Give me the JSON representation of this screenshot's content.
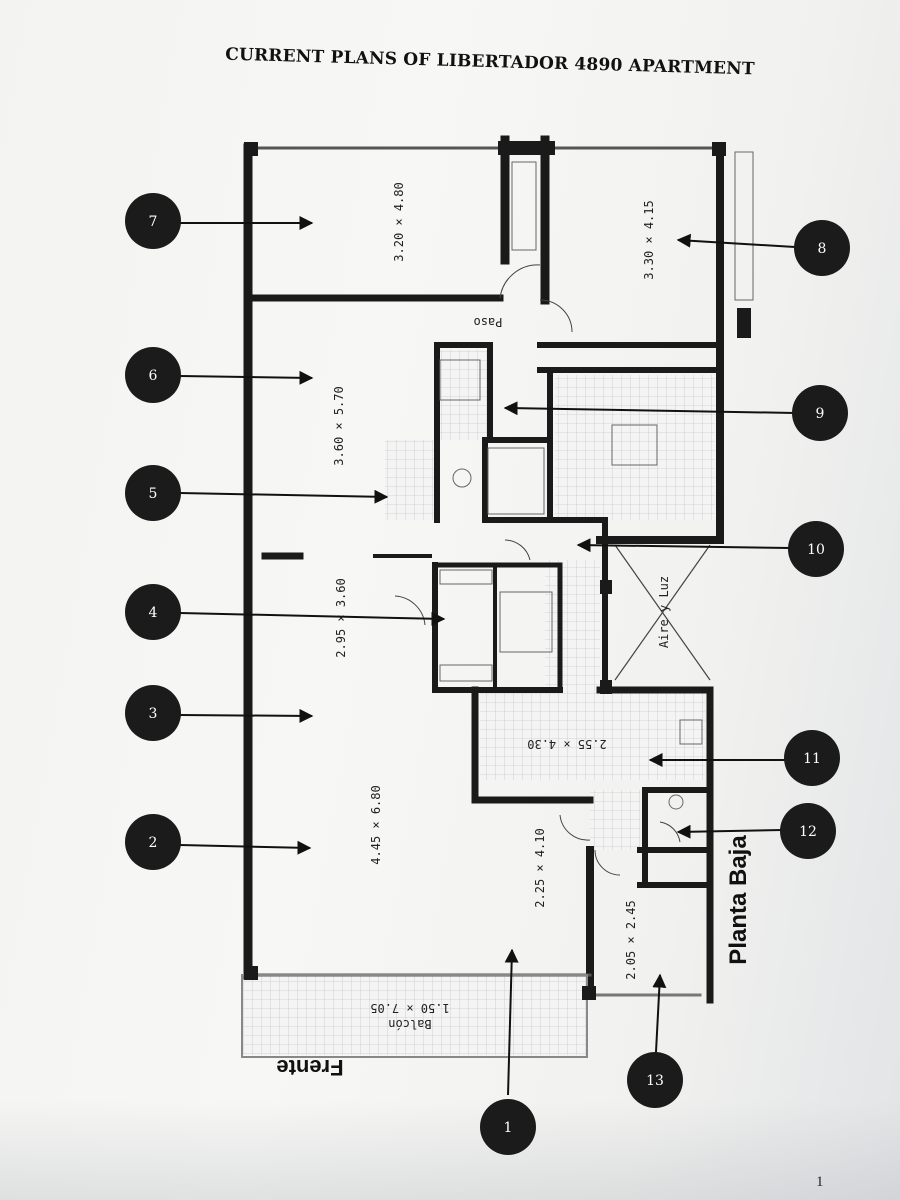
{
  "title": "CURRENT PLANS OF LIBERTADOR 4890 APARTMENT",
  "page_number": "1",
  "floor_label": "Planta Baja",
  "front_label": "Frente",
  "balcony": {
    "name": "Balcón",
    "dims": "1.50 × 7.05"
  },
  "passage_label": "Paso",
  "light_well_label": "Aire y Luz",
  "rooms": [
    {
      "id": "r7",
      "dims": "3.20 × 4.80"
    },
    {
      "id": "r8",
      "dims": "3.30 × 4.15"
    },
    {
      "id": "r6",
      "dims": "3.60 × 5.70"
    },
    {
      "id": "r4",
      "dims": "2.95 × 3.60"
    },
    {
      "id": "r2",
      "dims": "4.45 × 6.80"
    },
    {
      "id": "r1",
      "dims": "2.25 × 4.10"
    },
    {
      "id": "r11",
      "dims": "2.55 × 4.30"
    },
    {
      "id": "r13",
      "dims": "2.05 × 2.45"
    }
  ],
  "markers": [
    "1",
    "2",
    "3",
    "4",
    "5",
    "6",
    "7",
    "8",
    "9",
    "10",
    "11",
    "12",
    "13"
  ],
  "colors": {
    "wall": "#1a1a1a",
    "marker": "#1b1b1b",
    "tile": "#c9c9c9"
  }
}
